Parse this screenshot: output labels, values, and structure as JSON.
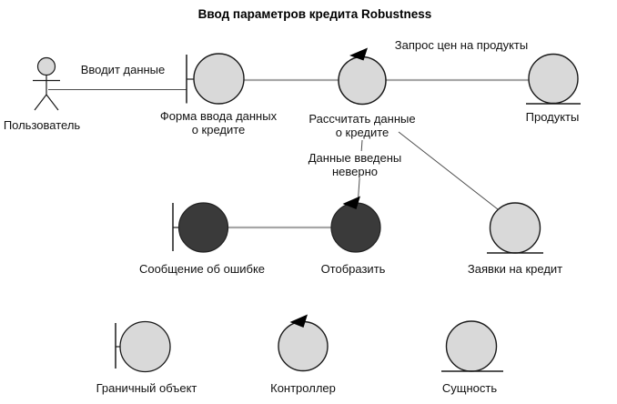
{
  "title": "Ввод параметров кредита Robustness",
  "colors": {
    "node_fill_light": "#d9d9d9",
    "node_fill_dark": "#3a3a3a",
    "outline": "#1a1a1a",
    "association_line": "#a6a6a6",
    "thin_line": "#4d4d4d",
    "background": "#ffffff",
    "text": "#111111"
  },
  "nodes": {
    "user": {
      "label": "Пользователь",
      "type": "actor"
    },
    "credit_form": {
      "label": "Форма ввода данных\nо кредите",
      "type": "boundary"
    },
    "calculate": {
      "label": "Рассчитать данные\nо кредите",
      "type": "controller"
    },
    "products": {
      "label": "Продукты",
      "type": "entity"
    },
    "error_message": {
      "label": "Сообщение об ошибке",
      "type": "boundary"
    },
    "display": {
      "label": "Отобразить",
      "type": "controller"
    },
    "credit_applications": {
      "label": "Заявки на кредит",
      "type": "entity"
    }
  },
  "edges": {
    "enters_data": {
      "label": "Вводит данные"
    },
    "price_request": {
      "label": "Запрос цен на продукты"
    },
    "invalid_data": {
      "label": "Данные введены\nневерно"
    }
  },
  "legend": {
    "boundary": {
      "label": "Граничный объект"
    },
    "controller": {
      "label": "Контроллер"
    },
    "entity": {
      "label": "Сущность"
    }
  }
}
